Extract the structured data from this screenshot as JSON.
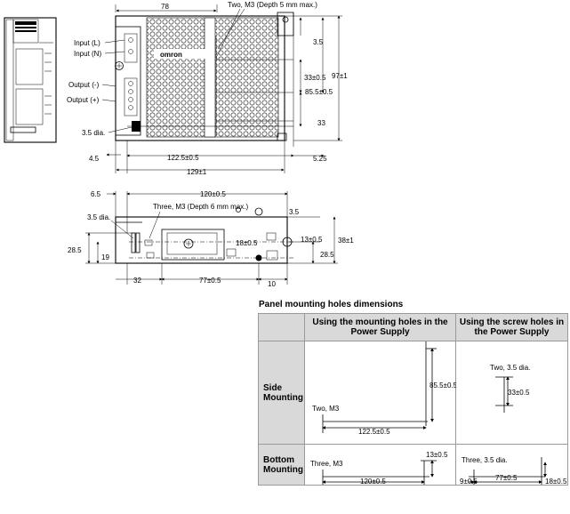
{
  "top_view": {
    "note_holes": "Two, M3 (Depth 5 mm max.)",
    "dim_width_78": "78",
    "dim_3_5": "3.5",
    "dim_33_tol": "33±0.5",
    "dim_85_5": "85.5±0.5",
    "dim_97": "97±1",
    "dim_33": "33",
    "dim_122_5": "122.5±0.5",
    "dim_129": "129±1",
    "dim_4_5": "4.5",
    "dim_5_25": "5.25",
    "hole_dia": "3.5 dia.",
    "label_input_l": "Input (L)",
    "label_input_n": "Input (N)",
    "label_output_minus": "Output (-)",
    "label_output_plus": "Output (+)",
    "brand": "omron"
  },
  "bottom_view": {
    "dim_6_5": "6.5",
    "dim_120": "120±0.5",
    "hole_dia": "3.5 dia.",
    "note_holes": "Three, M3 (Depth 6 mm max.)",
    "dim_3_5": "3.5",
    "dim_28_5_left": "28.5",
    "dim_19": "19",
    "dim_18": "18±0.5",
    "dim_13": "13±0.5",
    "dim_38": "38±1",
    "dim_28_5_right": "28.5",
    "dim_32": "32",
    "dim_77": "77±0.5",
    "dim_10": "10"
  },
  "panel": {
    "title": "Panel mounting holes dimensions",
    "col_mounting_holes": "Using the mounting holes in the Power Supply",
    "col_screw_holes": "Using the screw holes in the Power Supply",
    "row_side": "Side Mounting",
    "row_bottom": "Bottom Mounting",
    "side_mh": {
      "label": "Two, M3",
      "dim_h": "122.5±0.5",
      "dim_v": "85.5±0.5"
    },
    "side_sh": {
      "label": "Two, 3.5 dia.",
      "dim_v": "33±0.5"
    },
    "bottom_mh": {
      "label": "Three, M3",
      "dim_h": "120±0.5",
      "dim_v": "13±0.5"
    },
    "bottom_sh": {
      "label": "Three, 3.5 dia.",
      "dim_a": "9±0.5",
      "dim_b": "77±0.5",
      "dim_c": "18±0.5"
    }
  }
}
